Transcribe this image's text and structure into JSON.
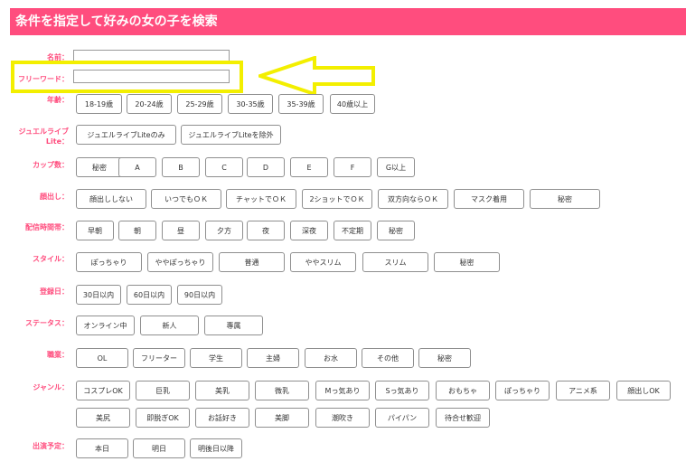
{
  "title": "条件を指定して好みの女の子を検索",
  "name_field": {
    "label": "名前：",
    "value": "",
    "placeholder": ""
  },
  "freeword_field": {
    "label": "フリーワード：",
    "value": "",
    "placeholder": ""
  },
  "age": {
    "label": "年齢：",
    "options": [
      "18-19歳",
      "20-24歳",
      "25-29歳",
      "30-35歳",
      "35-39歳",
      "40歳以上"
    ]
  },
  "jewel_live": {
    "label_line1": "ジュエルライブ",
    "label_line2": "Lite：",
    "options": [
      "ジュエルライブLiteのみ",
      "ジュエルライブLiteを除外"
    ]
  },
  "cup": {
    "label": "カップ数：",
    "options": [
      "秘密",
      "A",
      "B",
      "C",
      "D",
      "E",
      "F",
      "G以上"
    ]
  },
  "face": {
    "label": "顔出し：",
    "options": [
      "顔出ししない",
      "いつでもＯＫ",
      "チャットでＯＫ",
      "2ショットでＯＫ",
      "双方向ならＯＫ",
      "マスク着用",
      "秘密"
    ]
  },
  "time": {
    "label": "配信時間帯：",
    "options": [
      "早朝",
      "朝",
      "昼",
      "夕方",
      "夜",
      "深夜",
      "不定期",
      "秘密"
    ]
  },
  "style": {
    "label": "スタイル：",
    "options": [
      "ぽっちゃり",
      "ややぽっちゃり",
      "普通",
      "ややスリム",
      "スリム",
      "秘密"
    ]
  },
  "registered": {
    "label": "登録日：",
    "options": [
      "30日以内",
      "60日以内",
      "90日以内"
    ]
  },
  "status": {
    "label": "ステータス：",
    "options": [
      "オンライン中",
      "新人",
      "專属"
    ]
  },
  "occupation": {
    "label": "職業：",
    "options": [
      "OL",
      "フリーター",
      "学生",
      "主婦",
      "お水",
      "その他",
      "秘密"
    ]
  },
  "genre": {
    "label": "ジャンル：",
    "row1": [
      "コスプレOK",
      "巨乳",
      "美乳",
      "微乳",
      "Mっ気あり",
      "Sっ気あり",
      "おもちゃ",
      "ぽっちゃり",
      "アニメ系",
      "顔出しOK"
    ],
    "row2": [
      "美尻",
      "即脱ぎOK",
      "お話好き",
      "美脚",
      "潮吹き",
      "パイパン",
      "待合せ歓迎"
    ]
  },
  "appearance": {
    "label": "出演予定：",
    "options": [
      "本日",
      "明日",
      "明後日以降"
    ]
  },
  "colors": {
    "accent": "#ff4d7e",
    "highlight": "#f3ef00"
  }
}
